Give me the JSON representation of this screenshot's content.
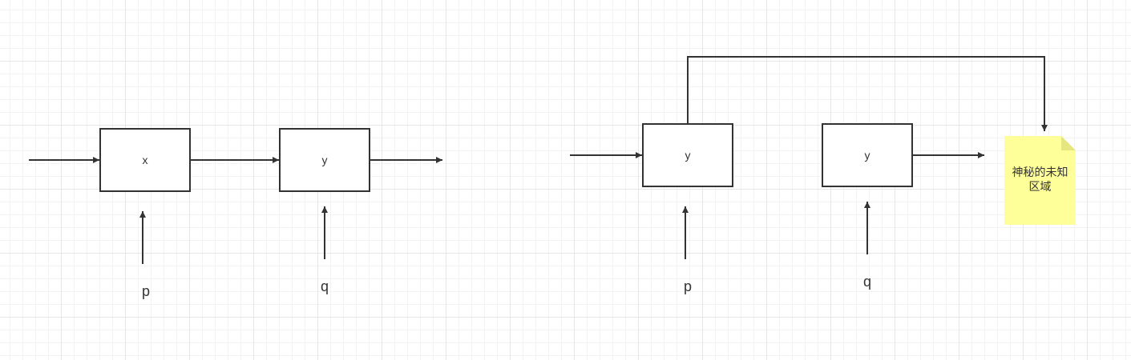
{
  "diagram_left": {
    "box_1": {
      "label": "x"
    },
    "box_2": {
      "label": "y"
    },
    "input_1": {
      "label": "p"
    },
    "input_2": {
      "label": "q"
    }
  },
  "diagram_right": {
    "box_1": {
      "label": "y"
    },
    "box_2": {
      "label": "y"
    },
    "input_1": {
      "label": "p"
    },
    "input_2": {
      "label": "q"
    },
    "note": {
      "text": "神秘的未知区域",
      "color": "#ffff99"
    }
  },
  "colors": {
    "stroke": "#333333",
    "grid_major": "#e6e6e6",
    "grid_minor": "#f3f3f3",
    "note_fill": "#ffff99",
    "note_fold": "#e6e680"
  }
}
